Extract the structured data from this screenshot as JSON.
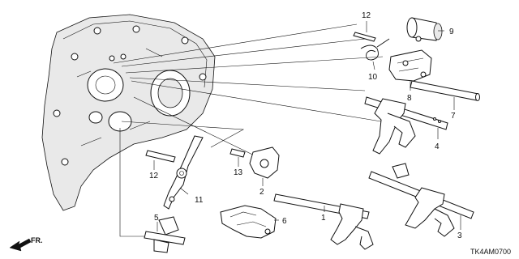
{
  "callouts": {
    "p1": "1",
    "p2": "2",
    "p3": "3",
    "p4": "4",
    "p5": "5",
    "p6": "6",
    "p7": "7",
    "p8": "8",
    "p9": "9",
    "p10": "10",
    "p11": "11",
    "p12_top": "12",
    "p12_left": "12",
    "p13": "13"
  },
  "direction_label": "FR.",
  "diagram_code": "TK4AM0700",
  "icons": {
    "direction_arrow": "arrow-left-down-icon"
  }
}
